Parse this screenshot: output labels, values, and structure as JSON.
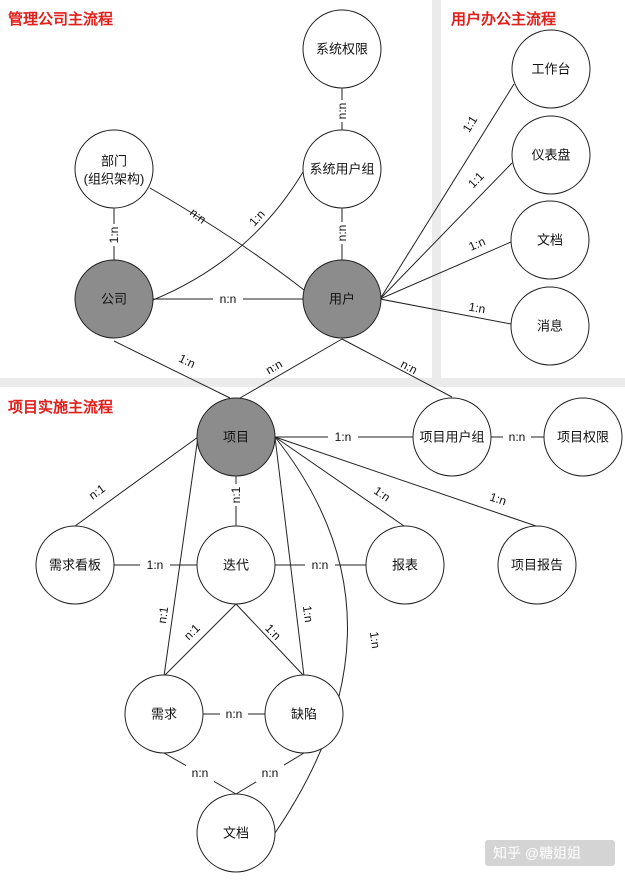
{
  "sections": {
    "company": "管理公司主流程",
    "user_office": "用户办公主流程",
    "project": "项目实施主流程"
  },
  "nodes": {
    "system_permission": "系统权限",
    "department_line1": "部门",
    "department_line2": "(组织架构)",
    "system_user_group": "系统用户组",
    "company": "公司",
    "user": "用户",
    "workbench": "工作台",
    "dashboard": "仪表盘",
    "doc_user": "文档",
    "message": "消息",
    "project": "项目",
    "project_user_group": "项目用户组",
    "project_permission": "项目权限",
    "requirement_board": "需求看板",
    "iteration": "迭代",
    "report": "报表",
    "project_report": "项目报告",
    "requirement": "需求",
    "defect": "缺陷",
    "doc_project": "文档"
  },
  "relations": {
    "perm_group": "n:n",
    "dept_company": "1:n",
    "dept_user": "n:n",
    "group_company": "1:n",
    "group_user": "n:n",
    "company_user": "n:n",
    "user_workbench": "1:1",
    "user_dashboard": "1:1",
    "user_doc": "1:n",
    "user_message": "1:n",
    "company_project": "1:n",
    "user_project": "n:n",
    "user_projgroup": "n:n",
    "project_projgroup": "1:n",
    "projgroup_projperm": "n:n",
    "project_board": "n:1",
    "project_iteration": "n:1",
    "project_report": "1:n",
    "project_projreport": "1:n",
    "board_iteration": "1:n",
    "iteration_report": "n:n",
    "project_requirement": "n:1",
    "iteration_requirement": "n:1",
    "iteration_defect": "1:n",
    "project_defect": "1:n",
    "project_doc": "1:n",
    "requirement_defect": "n:n",
    "requirement_doc": "n:n",
    "defect_doc": "n:n"
  },
  "watermark": "知乎 @糖姐姐"
}
